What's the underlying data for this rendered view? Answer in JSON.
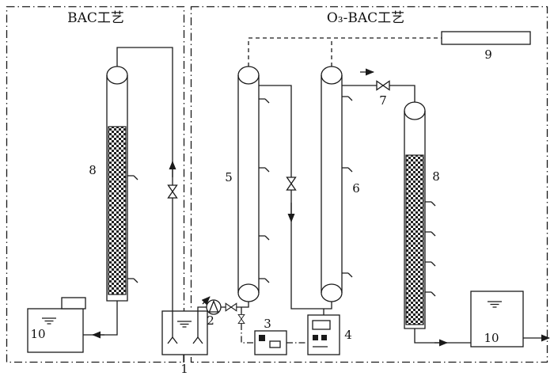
{
  "diagram": {
    "left_panel": {
      "title": "BAC工艺"
    },
    "right_panel": {
      "title": "O₃-BAC工艺"
    },
    "labels": {
      "raw_water_tank": "1",
      "pump": "2",
      "ozone_generator": "3",
      "control_instrument": "4",
      "ozone_column_1": "5",
      "ozone_column_2": "6",
      "valve": "7",
      "bac_column_left": "8",
      "bac_column_right": "8",
      "offgas_unit": "9",
      "effluent_tank_left": "10",
      "effluent_tank_right": "10"
    },
    "colors": {
      "line": "#1a1a1a",
      "background": "#ffffff"
    }
  }
}
